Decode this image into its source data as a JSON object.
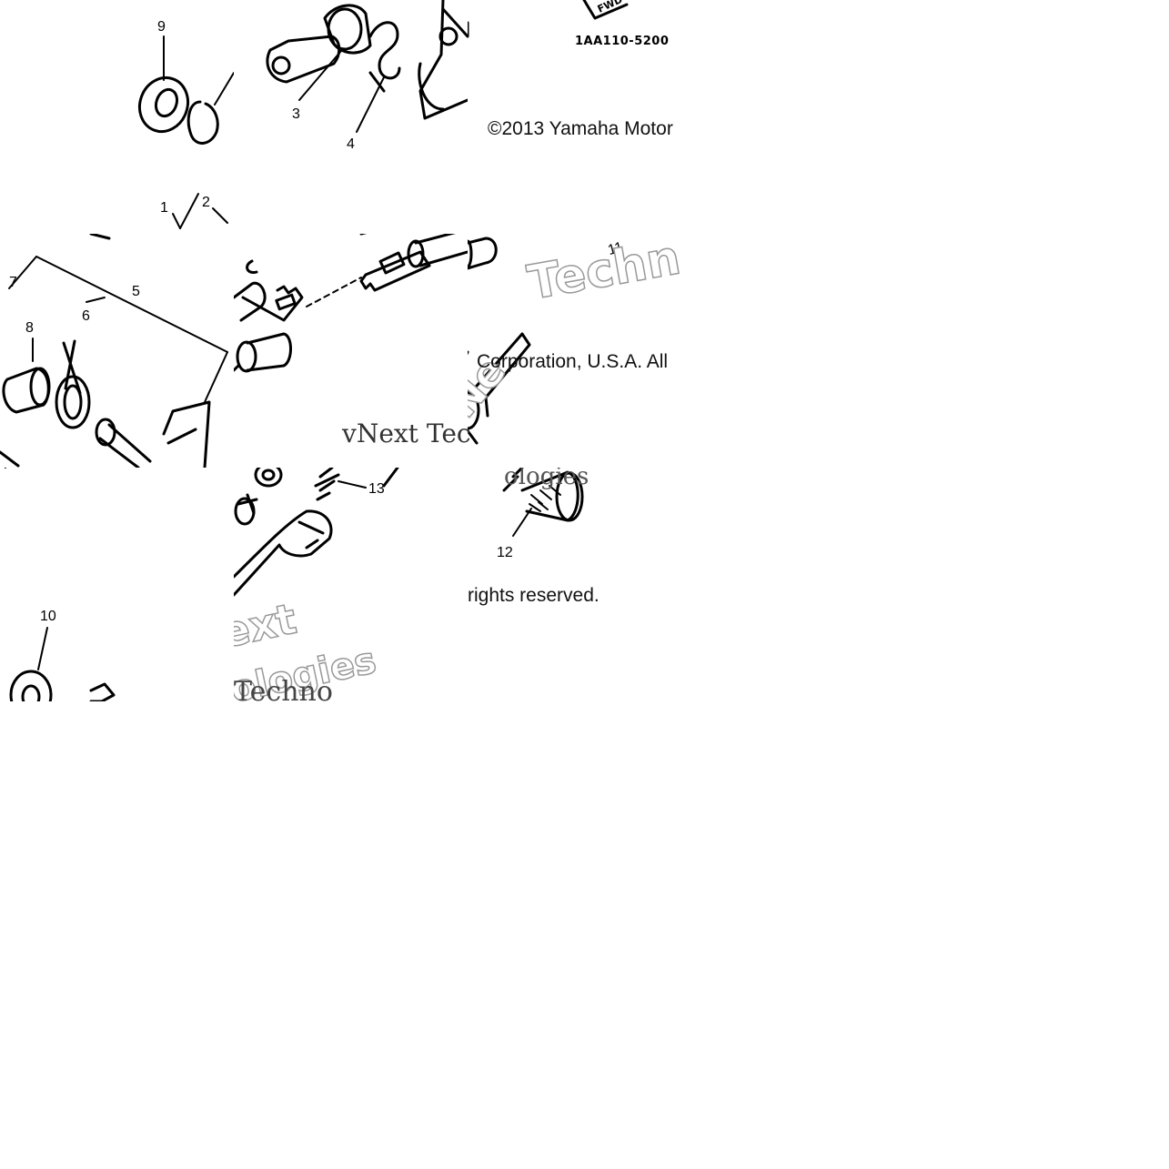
{
  "diagram": {
    "part_code": "1AA110-5200",
    "copyright_lines": [
      "©2013 Yamaha Motor",
      "Corporation, U.S.A. All",
      "rights reserved."
    ],
    "watermark": {
      "brand_a": "Techn",
      "brand_b": "vNext Tec",
      "brand_c": "ologies",
      "brand_d": "ext",
      "brand_e": "ologies",
      "brand_f": "Techno"
    },
    "callouts": [
      "1",
      "2",
      "3",
      "4",
      "5",
      "6",
      "7",
      "8",
      "9",
      "10",
      "11",
      "12",
      "13"
    ],
    "arrow_label": "FWD"
  }
}
